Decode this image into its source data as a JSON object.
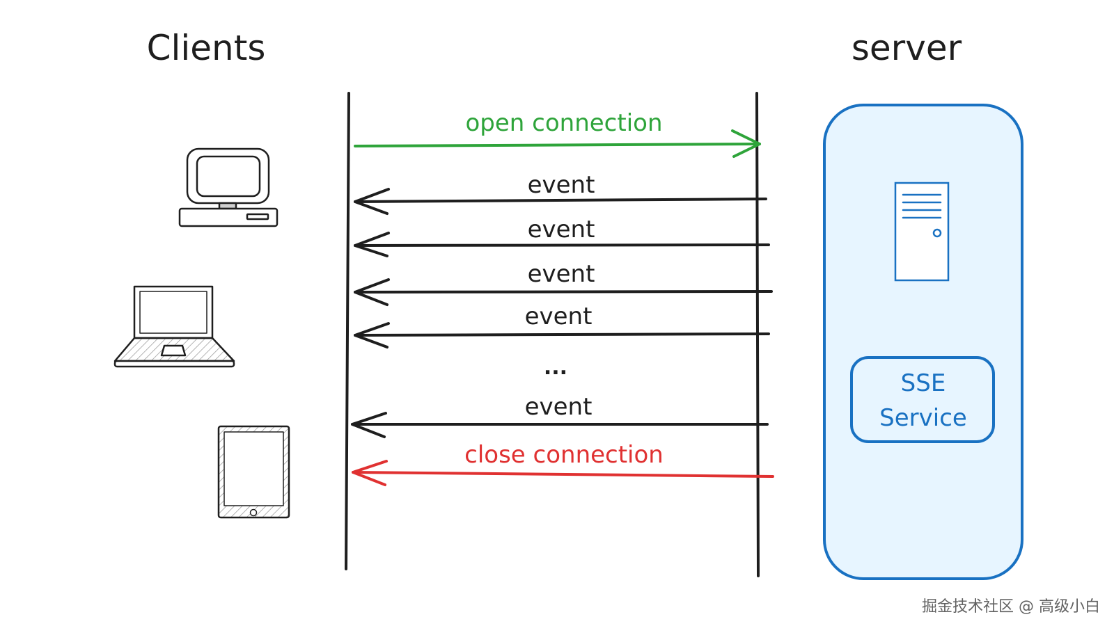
{
  "labels": {
    "clients": "Clients",
    "server": "server",
    "open_connection": "open connection",
    "event_label": "event",
    "ellipsis": "...",
    "close_connection": "close connection",
    "sse_line1": "SSE",
    "sse_line2": "Service"
  },
  "events": [
    "event",
    "event",
    "event",
    "event"
  ],
  "last_event": "event",
  "watermark": "掘金技术社区 @ 高级小白",
  "icons": {
    "client_1": "desktop-computer-icon",
    "client_2": "laptop-icon",
    "client_3": "tablet-icon",
    "server": "server-tower-icon"
  },
  "colors": {
    "open": "#2ea43a",
    "close": "#e03131",
    "event": "#1e1e1e",
    "server_stroke": "#1971c2",
    "server_fill": "#e7f5ff",
    "sse_stroke": "#1971c2",
    "sse_text": "#1971c2"
  }
}
